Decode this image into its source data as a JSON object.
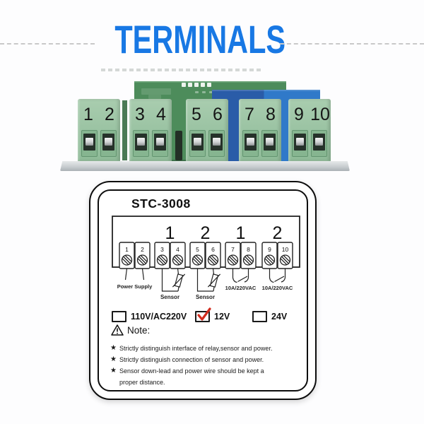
{
  "header": {
    "title": "TERMINALS"
  },
  "photo": {
    "terminal_numbers": [
      "1",
      "2",
      "3",
      "4",
      "5",
      "6",
      "7",
      "8",
      "9",
      "10"
    ]
  },
  "diagram": {
    "model": "STC-3008",
    "group_labels": [
      "1",
      "2",
      "1",
      "2"
    ],
    "terminal_numbers": [
      "1",
      "2",
      "3",
      "4",
      "5",
      "6",
      "7",
      "8",
      "9",
      "10"
    ],
    "power_supply_label": "Power Supply",
    "sensor_labels": [
      "Sensor",
      "Sensor"
    ],
    "relay_labels": [
      "10A/220VAC",
      "10A/220VAC"
    ],
    "voltage_options": [
      {
        "label": "110V/AC220V",
        "checked": false
      },
      {
        "label": "12V",
        "checked": true
      },
      {
        "label": "24V",
        "checked": false
      }
    ],
    "note_title": "Note:",
    "note_lines": [
      "Strictly distinguish interface of relay,sensor and power.",
      "Strictly distinguish connection of sensor and power.",
      "Sensor down-lead and power wire should be kept a",
      "proper distance."
    ]
  },
  "colors": {
    "title_blue": "#1878e4",
    "check_red": "#d22b1d"
  }
}
